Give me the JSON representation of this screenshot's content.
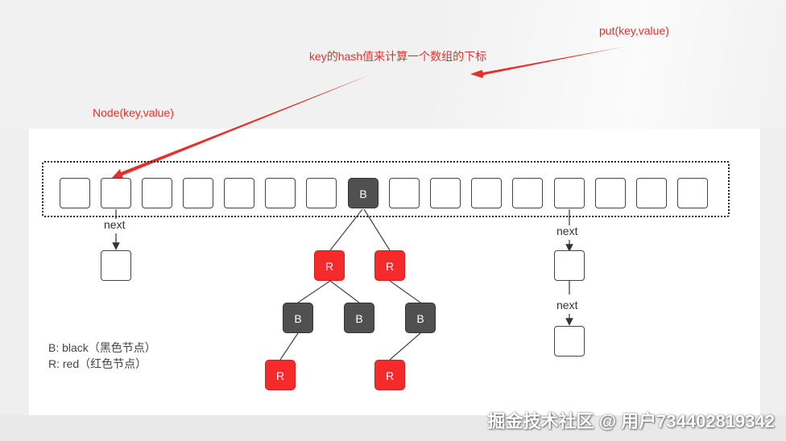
{
  "labels": {
    "put": "put(key,value)",
    "hash_index": "key的hash值来计算一个数组的下标",
    "node": "Node(key,value)",
    "next": "next",
    "black_node": "B",
    "red_node": "R"
  },
  "legend": {
    "black": "B:  black（黑色节点）",
    "red": "R:  red（红色节点）"
  },
  "array": {
    "cell_count": 16,
    "tree_root_index": 7
  },
  "colors": {
    "arrow": "#e8302a",
    "black_node": "#505050",
    "red_node": "#f52a2a",
    "outline": "#444444"
  },
  "watermark": "掘金技术社区 @ 用户734402819342"
}
